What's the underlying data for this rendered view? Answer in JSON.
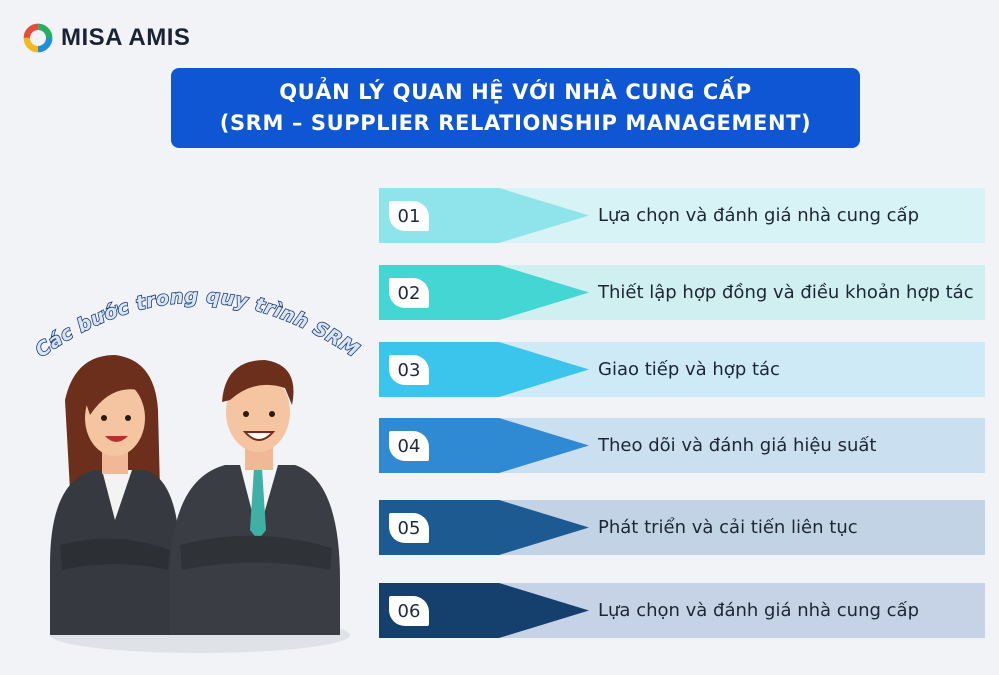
{
  "brand": {
    "name": "MISA AMIS",
    "logo_colors": [
      "#1e8fe0",
      "#f5b81c",
      "#e64b3b",
      "#27ae60"
    ]
  },
  "title": {
    "line1": "QUẢN LÝ QUAN HỆ VỚI NHÀ CUNG CẤP",
    "line2": "(SRM – SUPPLIER RELATIONSHIP MANAGEMENT)",
    "color": "#0e56d4"
  },
  "side_caption": "Các bước trong quy trình SRM",
  "steps": [
    {
      "number": "01",
      "label": "Lựa chọn và đánh giá nhà cung cấp",
      "arrow_color": "#8ee4ea",
      "bar_color": "#d8f3f5"
    },
    {
      "number": "02",
      "label": "Thiết lập hợp đồng và điều khoản hợp tác",
      "arrow_color": "#43d6d2",
      "bar_color": "#cfeff0"
    },
    {
      "number": "03",
      "label": "Giao tiếp và hợp tác",
      "arrow_color": "#3bc4ec",
      "bar_color": "#cdeaf6"
    },
    {
      "number": "04",
      "label": "Theo dõi và đánh giá hiệu suất",
      "arrow_color": "#2f8ad3",
      "bar_color": "#cadff0"
    },
    {
      "number": "05",
      "label": "Phát triển và cải tiến liên tục",
      "arrow_color": "#1d5a92",
      "bar_color": "#c3d3e6"
    },
    {
      "number": "06",
      "label": "Lựa chọn và đánh giá nhà cung cấp",
      "arrow_color": "#153f6d",
      "bar_color": "#c6d2e5"
    }
  ]
}
